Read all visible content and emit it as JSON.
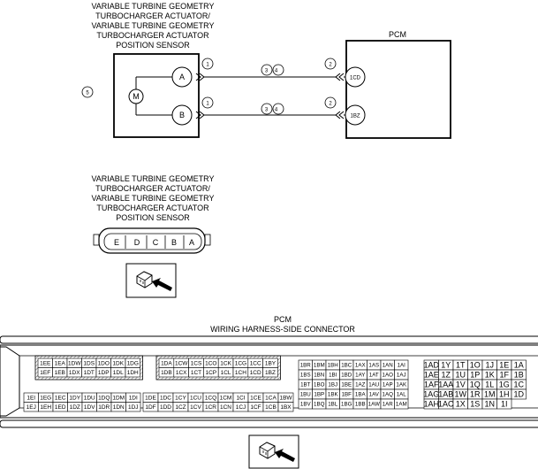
{
  "sensor_title_top": [
    "VARIABLE TURBINE GEOMETRY",
    "TURBOCHARGER ACTUATOR/",
    "VARIABLE TURBINE GEOMETRY",
    "TURBOCHARGER ACTUATOR",
    "POSITION SENSOR"
  ],
  "sensor_title_mid": [
    "VARIABLE TURBINE GEOMETRY",
    "TURBOCHARGER ACTUATOR/",
    "VARIABLE TURBINE GEOMETRY",
    "TURBOCHARGER ACTUATOR",
    "POSITION SENSOR"
  ],
  "pcm_box_label": "PCM",
  "pcm_title": [
    "PCM",
    "WIRING HARNESS-SIDE CONNECTOR"
  ],
  "markers": {
    "m1": "1",
    "m2": "2",
    "m34": "3 4",
    "m5": "5"
  },
  "motor_label": "M",
  "sensor_pins": {
    "a": "A",
    "b": "B"
  },
  "pcm_pins": {
    "cd": "1CD",
    "bz": "1BZ"
  },
  "connector_pins": [
    "E",
    "D",
    "C",
    "B",
    "A"
  ],
  "pcm_blocks": {
    "b1": [
      [
        "1EE",
        "1EA",
        "1DW",
        "1DS",
        "1DO",
        "1DK",
        "1DG"
      ],
      [
        "1EF",
        "1EB",
        "1DX",
        "1DT",
        "1DP",
        "1DL",
        "1DH"
      ]
    ],
    "b2": [
      [
        "1DA",
        "1CW",
        "1CS",
        "1CO",
        "1CK",
        "1CG",
        "1CC",
        "1BY"
      ],
      [
        "1DB",
        "1CX",
        "1CT",
        "1CP",
        "1CL",
        "1CH",
        "1CD",
        "1BZ"
      ]
    ],
    "b3": [
      [
        "1EI",
        "1EG",
        "1EC",
        "1DY",
        "1DU",
        "1DQ",
        "1DM",
        "1DI"
      ],
      [
        "1EJ",
        "1EH",
        "1ED",
        "1DZ",
        "1DV",
        "1DR",
        "1DN",
        "1DJ"
      ]
    ],
    "b4": [
      [
        "1DE",
        "1DC",
        "1CY",
        "1CU",
        "1CQ",
        "1CM",
        "1CI",
        "1CE",
        "1CA",
        "1BW"
      ],
      [
        "1DF",
        "1DD",
        "1CZ",
        "1CV",
        "1CR",
        "1CN",
        "1CJ",
        "1CF",
        "1CB",
        "1BX"
      ]
    ],
    "b5": [
      [
        "1BR",
        "1BM",
        "1BH",
        "1BC",
        "1AX",
        "1AS",
        "1AN",
        "1AI"
      ],
      [
        "1BS",
        "1BN",
        "1BI",
        "1BD",
        "1AY",
        "1AT",
        "1AO",
        "1AJ"
      ],
      [
        "1BT",
        "1BO",
        "1BJ",
        "1BE",
        "1AZ",
        "1AU",
        "1AP",
        "1AK"
      ],
      [
        "1BU",
        "1BP",
        "1BK",
        "1BF",
        "1BA",
        "1AV",
        "1AQ",
        "1AL"
      ],
      [
        "1BV",
        "1BQ",
        "1BL",
        "1BG",
        "1BB",
        "1AW",
        "1AR",
        "1AM"
      ]
    ],
    "b6": [
      [
        "1AD",
        "1Y",
        "1T",
        "1O",
        "1J",
        "1E",
        "1A"
      ],
      [
        "1AE",
        "1Z",
        "1U",
        "1P",
        "1K",
        "1F",
        "1B"
      ],
      [
        "1AF",
        "1AA",
        "1V",
        "1Q",
        "1L",
        "1G",
        "1C"
      ],
      [
        "1AG",
        "1AB",
        "1W",
        "1R",
        "1M",
        "1H",
        "1D"
      ],
      [
        "1AH",
        "1AC",
        "1X",
        "1S",
        "1N",
        "1I",
        ""
      ]
    ]
  }
}
